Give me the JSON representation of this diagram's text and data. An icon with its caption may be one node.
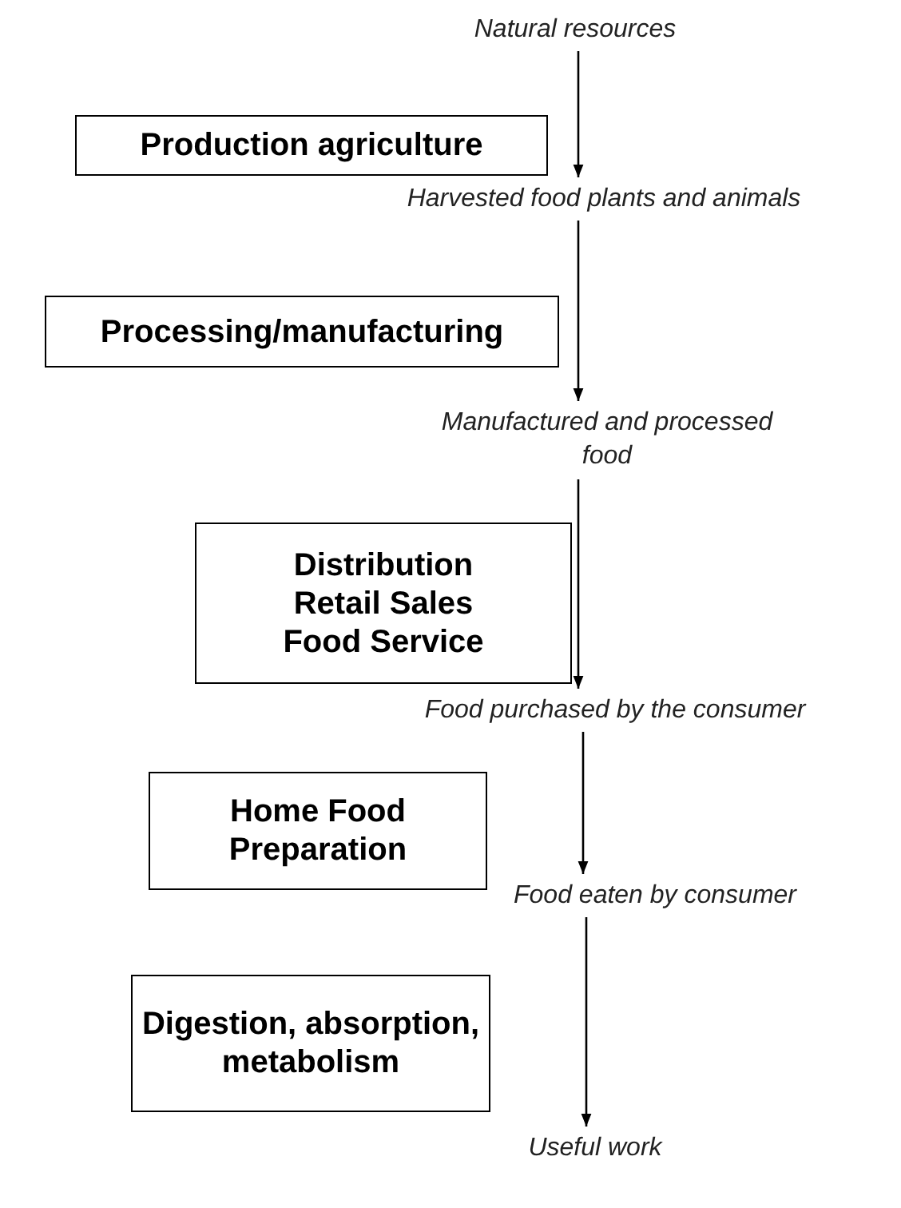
{
  "diagram": {
    "nodes": [
      {
        "text": [
          "Natural resources"
        ]
      },
      {
        "text": [
          "Production agriculture"
        ]
      },
      {
        "text": [
          "Harvested food plants and animals"
        ]
      },
      {
        "text": [
          "Processing/manufacturing"
        ]
      },
      {
        "text": [
          "Manufactured and processed food"
        ]
      },
      {
        "text": [
          "Distribution",
          "Retail Sales",
          "Food Service"
        ]
      },
      {
        "text": [
          "Food purchased by the consumer"
        ]
      },
      {
        "text": [
          "Home Food Preparation"
        ]
      },
      {
        "text": [
          "Food eaten by consumer"
        ]
      },
      {
        "text": [
          "Digestion, absorption, metabolism"
        ]
      },
      {
        "text": [
          "Useful work"
        ]
      }
    ],
    "edges": [
      {
        "from": 0,
        "to": 2,
        "arrow": "to"
      },
      {
        "from": 2,
        "to": 4,
        "arrow": "to"
      },
      {
        "from": 4,
        "to": 6,
        "arrow": "to"
      },
      {
        "from": 6,
        "to": 8,
        "arrow": "to"
      },
      {
        "from": 8,
        "to": 10,
        "arrow": "to"
      }
    ]
  }
}
